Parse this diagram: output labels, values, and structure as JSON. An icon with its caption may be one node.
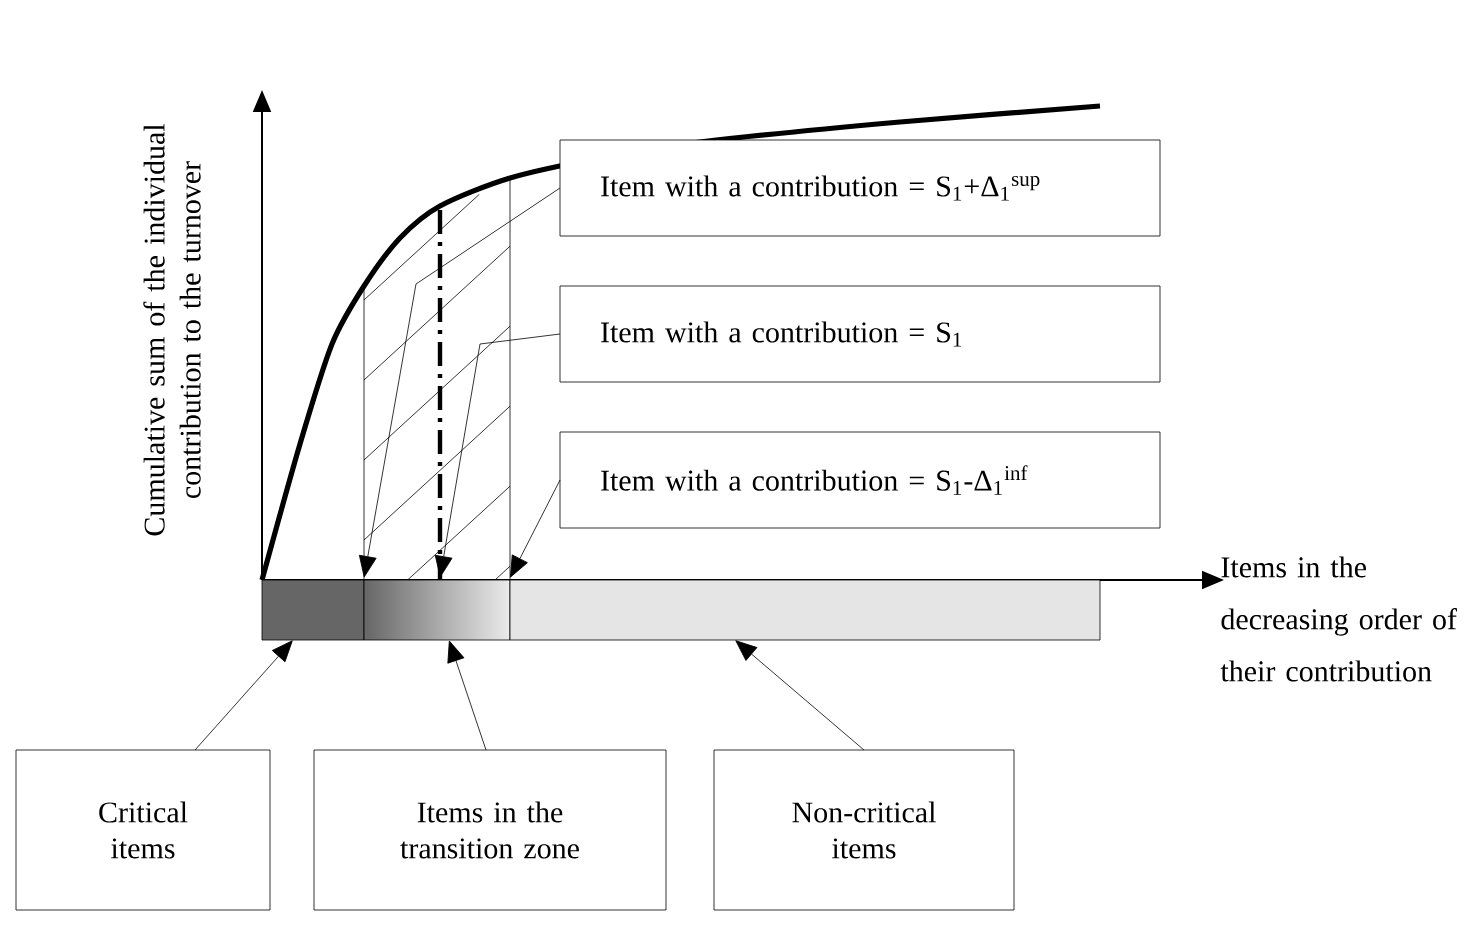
{
  "diagram": {
    "nodes": [
      {
        "text": [
          "Item with a contribution = S$_{1}$+Δ$_{1}$$^{sup}$"
        ]
      },
      {
        "text": [
          "Item with a contribution = S$_{1}$"
        ]
      },
      {
        "text": [
          "Item with a contribution = S$_{1}$-Δ$_{1}$$^{inf}$"
        ]
      },
      {
        "text": [],
        "shape": "bar"
      },
      {
        "text": [],
        "shape": "bar"
      },
      {
        "text": [],
        "shape": "bar"
      },
      {
        "text": [
          "Critical items"
        ]
      },
      {
        "text": [
          "Items in the transition zone"
        ]
      },
      {
        "text": [
          "Non-critical items"
        ]
      }
    ],
    "edges": [
      {
        "from": 0,
        "to": 3,
        "arrow": "to"
      },
      {
        "from": 1,
        "to": 4,
        "arrow": "to"
      },
      {
        "from": 2,
        "to": 4,
        "arrow": "to"
      },
      {
        "from": 6,
        "to": 3,
        "arrow": "to"
      },
      {
        "from": 7,
        "to": 4,
        "arrow": "to"
      },
      {
        "from": 8,
        "to": 5,
        "arrow": "to"
      }
    ],
    "labels": [
      "Cumulative sum of the individual contribution to the turnover",
      "Items in the decreasing order of their contribution"
    ]
  }
}
